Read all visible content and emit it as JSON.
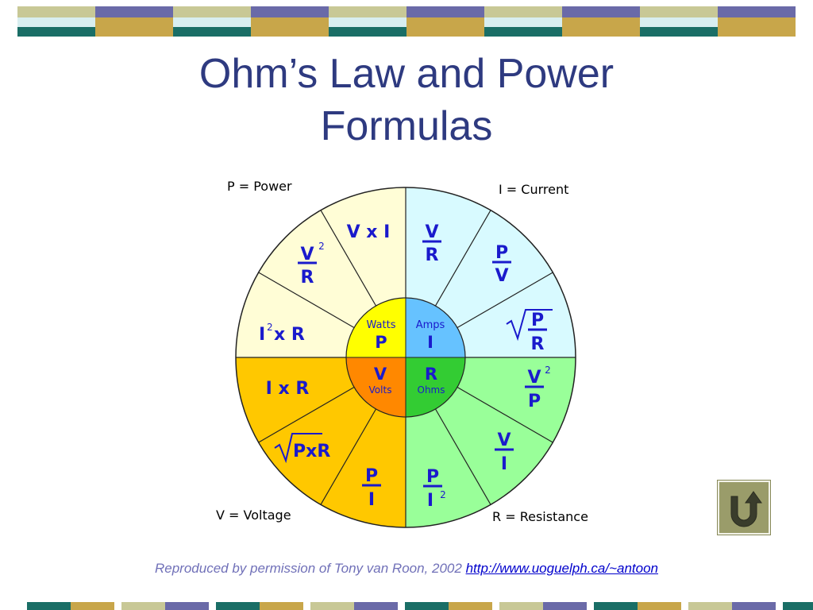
{
  "slide": {
    "title_line1": "Ohm’s Law and Power",
    "title_line2": "Formulas"
  },
  "wheel": {
    "corner_labels": {
      "power": "P = Power",
      "current": "I = Current",
      "voltage": "V = Voltage",
      "resistance": "R = Resistance"
    },
    "center": {
      "watts": "Watts",
      "p": "P",
      "amps": "Amps",
      "i": "I",
      "v": "V",
      "volts": "Volts",
      "r": "R",
      "ohms": "Ohms"
    },
    "power_formulas": {
      "v_x_i": "V x I",
      "i2_x_r_i": "I",
      "i2_x_r_sup": "2",
      "i2_x_r_rest": "x R",
      "v2_over_r_num": "V",
      "v2_over_r_sup": "2",
      "v2_over_r_den": "R"
    },
    "current_formulas": {
      "v_over_r_num": "V",
      "v_over_r_den": "R",
      "p_over_v_num": "P",
      "p_over_v_den": "V",
      "sqrt_p_over_r_num": "P",
      "sqrt_p_over_r_den": "R"
    },
    "voltage_formulas": {
      "i_x_r": "I x R",
      "sqrt_pxr": "PxR",
      "p_over_i_num": "P",
      "p_over_i_den": "I"
    },
    "resistance_formulas": {
      "v2_over_p_num": "V",
      "v2_over_p_sup": "2",
      "v2_over_p_den": "P",
      "v_over_i_num": "V",
      "v_over_i_den": "I",
      "p_over_i2_num": "P",
      "p_over_i2_den": "I",
      "p_over_i2_sup": "2"
    }
  },
  "caption": {
    "text": "Reproduced by permission of Tony van Roon, 2002",
    "link": "http://www.uoguelph.ca/~antoon"
  },
  "colors": {
    "title": "#2e3a80",
    "formula_text": "#1a1acc",
    "power_fill": "#fffdd6",
    "current_fill": "#d8faff",
    "voltage_fill": "#ffc800",
    "resistance_fill": "#99ff99",
    "hub_power": "#ffff00",
    "hub_current": "#66c2ff",
    "hub_voltage": "#ff8800",
    "hub_resistance": "#33cc33"
  },
  "icons": {
    "back": "u-turn-arrow-icon"
  }
}
